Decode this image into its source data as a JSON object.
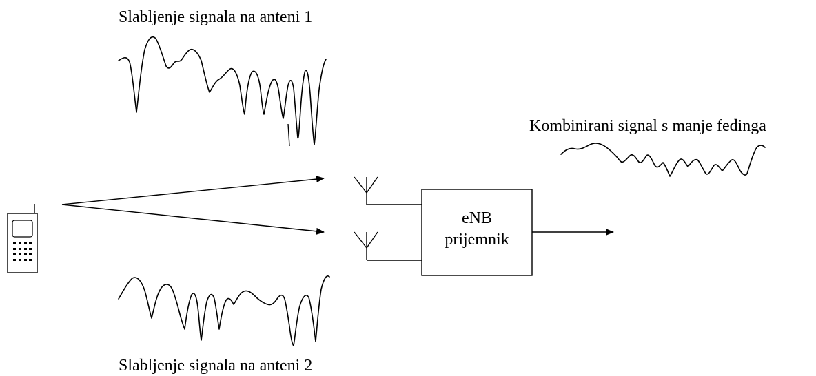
{
  "labels": {
    "antenna1_fading": "Slabljenje signala na anteni 1",
    "antenna2_fading": "Slabljenje signala na anteni 2",
    "combined_signal": "Kombinirani signal s manje fedinga",
    "receiver_line1": "eNB",
    "receiver_line2": "prijemnik"
  },
  "icons": {
    "phone": "mobile-phone-icon",
    "antenna": "antenna-icon"
  },
  "colors": {
    "stroke": "#000000",
    "background": "#ffffff"
  }
}
